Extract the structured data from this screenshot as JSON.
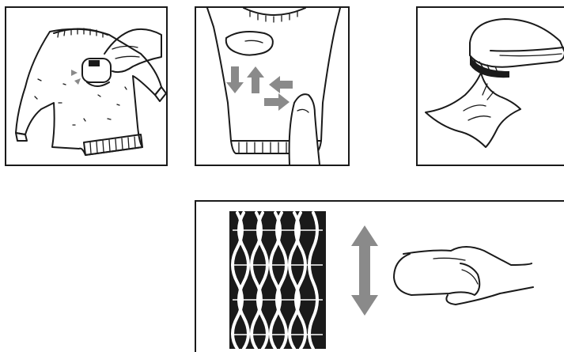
{
  "figures": [
    {
      "id": "sweater-shaver",
      "icon": "sweater-with-fabric-shaver-icon"
    },
    {
      "id": "shaving-directions",
      "icon": "sweater-back-direction-arrows-icon"
    },
    {
      "id": "shaver-and-cloth",
      "icon": "fabric-shaver-and-cloth-icon"
    },
    {
      "id": "knit-stroke",
      "icon": "knit-texture-vertical-stroke-icon"
    }
  ],
  "colors": {
    "ink": "#1a1a1a",
    "arrow": "#8a8a8a",
    "paper": "#ffffff"
  }
}
